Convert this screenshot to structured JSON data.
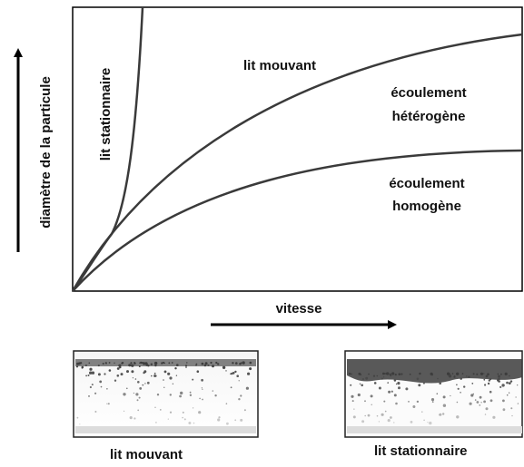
{
  "diagram": {
    "y_axis_label": "diamètre de la particule",
    "x_axis_label": "vitesse",
    "regions": {
      "stationary_bed": "lit stationnaire",
      "moving_bed": "lit mouvant",
      "heterogeneous_flow": [
        "écoulement",
        "hétérogène"
      ],
      "homogeneous_flow": [
        "écoulement",
        "homogène"
      ]
    }
  },
  "illustrations": {
    "left_caption": "lit mouvant",
    "right_caption": "lit stationnaire"
  },
  "colors": {
    "curve": "#3a3a3a",
    "axis": "#000000",
    "panel_border": "#222222"
  }
}
